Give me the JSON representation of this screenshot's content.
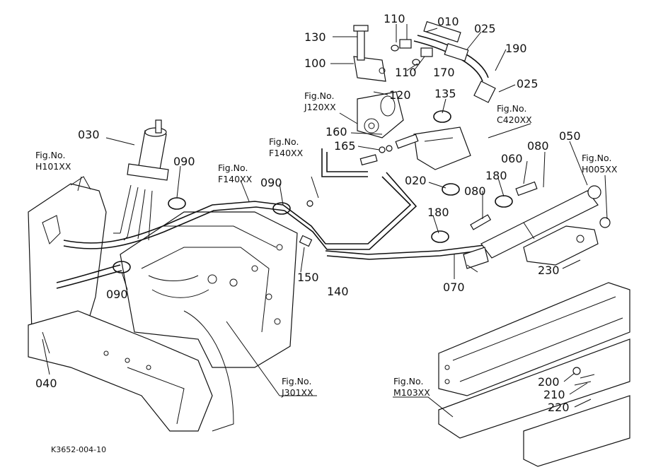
{
  "parts": {
    "p010": "010",
    "p020": "020",
    "p025a": "025",
    "p025b": "025",
    "p030": "030",
    "p040": "040",
    "p050": "050",
    "p060": "060",
    "p070": "070",
    "p080a": "080",
    "p080b": "080",
    "p090a": "090",
    "p090b": "090",
    "p090c": "090",
    "p100": "100",
    "p110a": "110",
    "p110b": "110",
    "p120": "120",
    "p130": "130",
    "p135": "135",
    "p140": "140",
    "p150": "150",
    "p160": "160",
    "p165": "165",
    "p170": "170",
    "p180a": "180",
    "p180b": "180",
    "p190": "190",
    "p200": "200",
    "p210": "210",
    "p220": "220",
    "p230": "230"
  },
  "figrefs": {
    "fig_label": "Fig.No.",
    "h101": "H101XX",
    "f140a": "F140XX",
    "f140b": "F140XX",
    "j120": "J120XX",
    "c420": "C420XX",
    "h005": "H005XX",
    "j301": "J301XX",
    "m103": "M103XX"
  },
  "drawing_code": "K3652-004-10"
}
